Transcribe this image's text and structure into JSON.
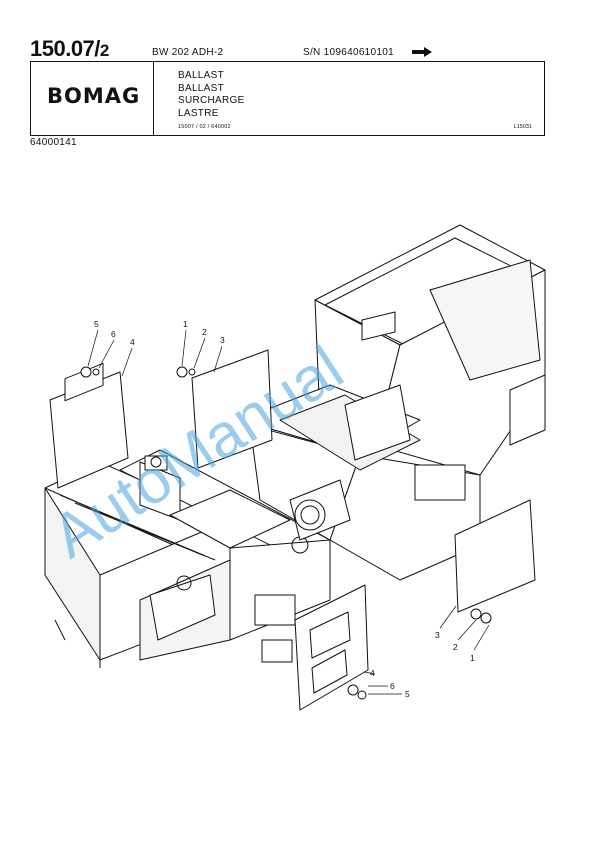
{
  "header": {
    "page_number_main": "150.07/",
    "page_number_sub": "2",
    "model": "BW 202 ADH-2",
    "serial": "S/N 109640610101",
    "brand_logo": "BOMAG",
    "titles": [
      "BALLAST",
      "BALLAST",
      "SURCHARGE",
      "LASTRE"
    ],
    "reference": "15007 / 02 / 640002",
    "reference_right": "L15031",
    "part_number": "64000141"
  },
  "diagram": {
    "callouts": {
      "left_group_a": [
        "5",
        "6",
        "4"
      ],
      "left_group_b": [
        "1",
        "2",
        "3"
      ],
      "right_group": [
        "3",
        "2",
        "1"
      ],
      "bottom_group": [
        "4",
        "6",
        "5"
      ]
    }
  },
  "watermark": "AutoManual",
  "colors": {
    "ink": "#111111",
    "watermark": "#4aa3df"
  }
}
